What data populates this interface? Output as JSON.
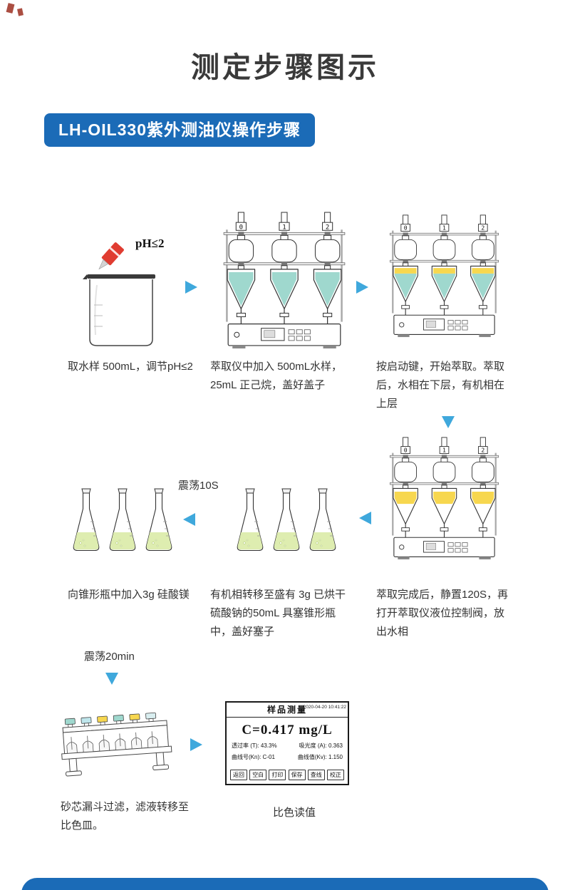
{
  "header": {
    "page_title": "测定步骤图示",
    "banner_label": "LH-OIL330紫外测油仪操作步骤"
  },
  "labels": {
    "ph_note": "pH≤2",
    "shake_10s": "震荡10S",
    "shake_20min": "震荡20min"
  },
  "captions": {
    "step1": "取水样 500mL，调节pH≤2",
    "step2": "萃取仪中加入 500mL水样，\n25mL 正己烷，盖好盖子",
    "step3": "按启动键，开始萃取。萃取\n后，水相在下层，有机相在\n上层",
    "step4": "萃取完成后，静置120S，再\n打开萃取仪液位控制阀，放\n出水相",
    "step5": "有机相转移至盛有 3g 已烘干\n硫酸钠的50mL 具塞锥形瓶\n中，盖好塞子",
    "step6": "向锥形瓶中加入3g 硅酸镁",
    "step7": "砂芯漏斗过滤，滤液转移至\n比色皿。",
    "step8": "比色读值"
  },
  "extractor": {
    "ports": [
      "0",
      "1",
      "2"
    ]
  },
  "device_screen": {
    "title": "样品测量",
    "datetime": "2020-04-20 10:41:22",
    "reading": "C=0.417 mg/L",
    "info1_left": "透过率 (T): 43.3%",
    "info1_right": "吸光度 (A): 0.363",
    "info2_left": "曲线号(Kn): C-01",
    "info2_right": "曲线值(Kv): 1.150",
    "buttons": [
      "返回",
      "空白",
      "打印",
      "保存",
      "查线",
      "校正"
    ]
  },
  "colors": {
    "banner_blue": "#1b6bb7",
    "arrow_blue": "#3fa8dc",
    "liquid_teal": "#9fd8ce",
    "liquid_yellow": "#f7d74f",
    "flask_liquid_green": "#deedb0",
    "bottom_bar_blue": "#1b6bb7"
  }
}
